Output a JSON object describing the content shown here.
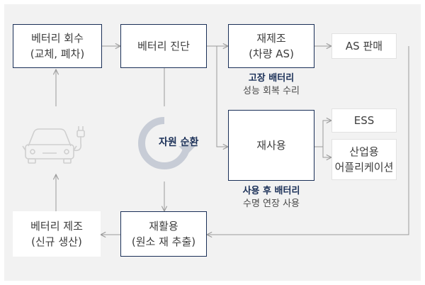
{
  "nodes": {
    "collect": {
      "line1": "베터리 회수",
      "line2": "(교체, 폐차)"
    },
    "diagnose": {
      "line1": "베터리 진단"
    },
    "remanufacture": {
      "line1": "재제조",
      "line2": "(차량 AS)"
    },
    "as_sales": {
      "line1": "AS 판매"
    },
    "reuse": {
      "line1": "재사용"
    },
    "ess": {
      "line1": "ESS"
    },
    "industrial": {
      "line1": "산업용",
      "line2": "어플리케이션"
    },
    "manufacture": {
      "line1": "베터리 제조",
      "line2": "(신규 생산)"
    },
    "recycle": {
      "line1": "재활용",
      "line2": "(원소 재 추출)"
    }
  },
  "notes": {
    "faulty": {
      "title": "고장 배터리",
      "desc": "성능 회복 수리"
    },
    "used": {
      "title": "사용 후 배터리",
      "desc": "수명 연장 사용"
    }
  },
  "cycle": {
    "label": "자원 순환"
  },
  "colors": {
    "navy": "#1a2f57",
    "line": "#9a9a9a",
    "panel": "#f2f2f2"
  }
}
